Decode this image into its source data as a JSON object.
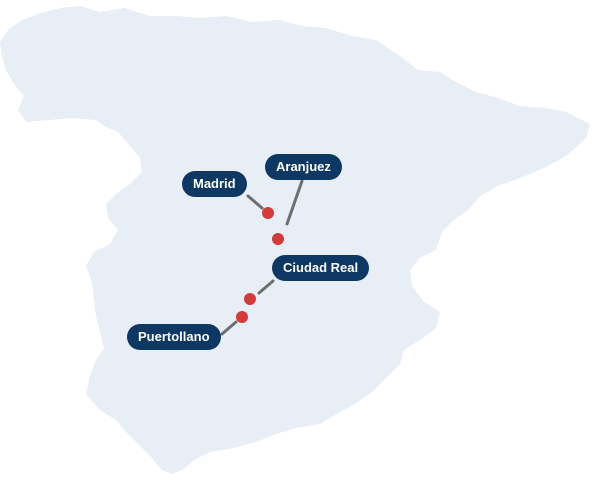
{
  "map": {
    "land_color": "#E8EEF6",
    "marker_color": "#D43A3A",
    "connector_color": "#6E6E6E",
    "label_bg_color": "#0E3864",
    "label_text_color": "#FFFFFF"
  },
  "places": [
    {
      "id": "madrid",
      "name": "Madrid"
    },
    {
      "id": "aranjuez",
      "name": "Aranjuez"
    },
    {
      "id": "ciudad-real",
      "name": "Ciudad Real"
    },
    {
      "id": "puertollano",
      "name": "Puertollano"
    }
  ]
}
